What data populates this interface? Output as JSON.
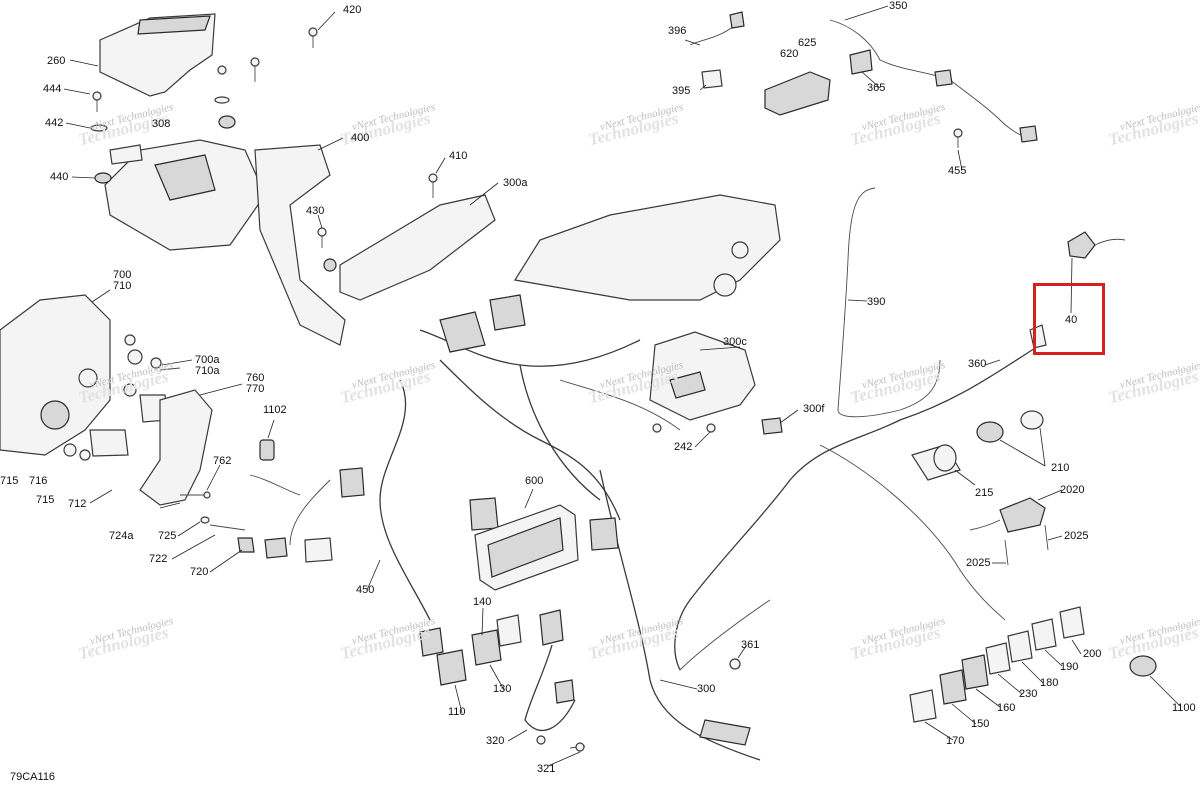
{
  "figure_code": "79CA116",
  "highlight": {
    "label": "40",
    "color": "#d32020"
  },
  "watermark": {
    "line1": "vNext Technologies",
    "line2": "Technologies"
  },
  "callouts": [
    "420",
    "260",
    "444",
    "442",
    "308",
    "440",
    "400",
    "410",
    "300a",
    "430",
    "700",
    "710",
    "700a",
    "710a",
    "760",
    "770",
    "1102",
    "762",
    "715",
    "716",
    "715",
    "712",
    "724a",
    "725",
    "722",
    "720",
    "450",
    "600",
    "140",
    "130",
    "110",
    "320",
    "321",
    "300",
    "361",
    "390",
    "360",
    "300c",
    "300f",
    "242",
    "396",
    "395",
    "350",
    "365",
    "625",
    "620",
    "455",
    "40",
    "210",
    "215",
    "2020",
    "2025",
    "2025",
    "200",
    "190",
    "180",
    "230",
    "160",
    "150",
    "170",
    "1100"
  ]
}
